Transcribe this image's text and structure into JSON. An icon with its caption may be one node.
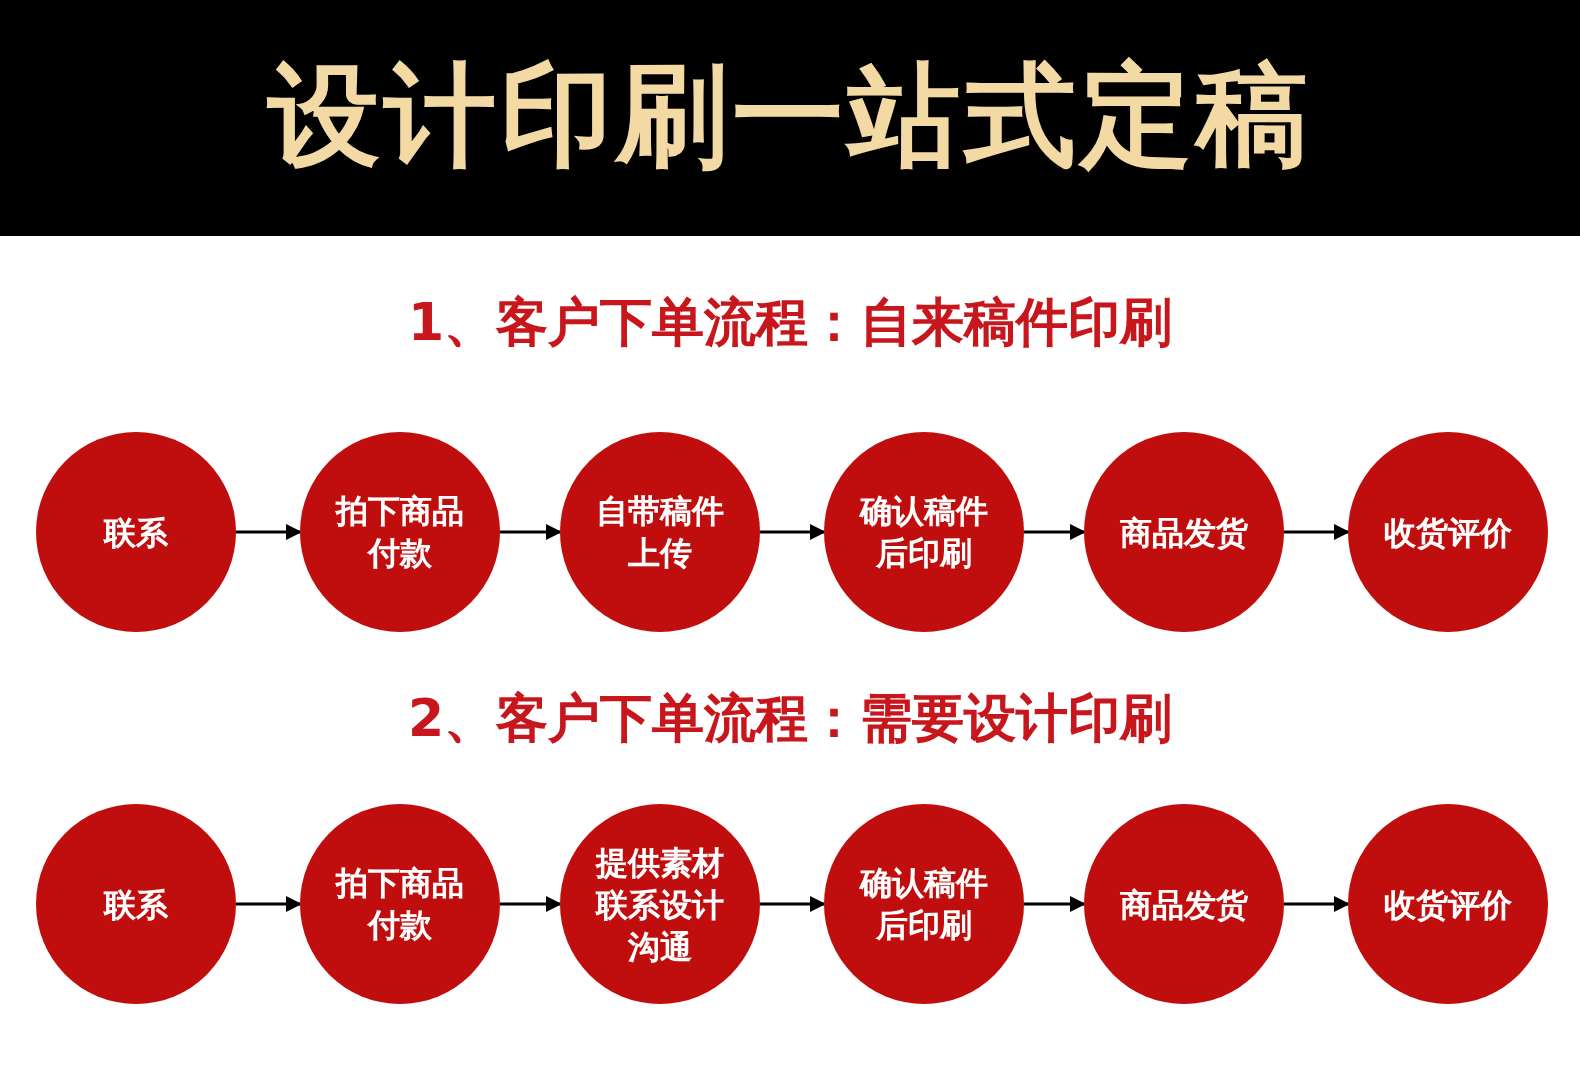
{
  "diagram": {
    "title": "设计印刷一站式定稿",
    "nodes": [
      {
        "text": [
          "联系"
        ]
      },
      {
        "text": [
          "拍下商品付款"
        ]
      },
      {
        "text": [
          "自带稿件上传"
        ]
      },
      {
        "text": [
          "确认稿件后印刷"
        ]
      },
      {
        "text": [
          "商品发货"
        ]
      },
      {
        "text": [
          "收货评价"
        ]
      },
      {
        "text": [
          "联系"
        ]
      },
      {
        "text": [
          "拍下商品付款"
        ]
      },
      {
        "text": [
          "提供素材联系设计沟通"
        ]
      },
      {
        "text": [
          "确认稿件后印刷"
        ]
      },
      {
        "text": [
          "商品发货"
        ]
      },
      {
        "text": [
          "收货评价"
        ]
      }
    ],
    "edges": [
      {
        "from": 0,
        "to": 1,
        "arrow": "to"
      },
      {
        "from": 1,
        "to": 2,
        "arrow": "to"
      },
      {
        "from": 2,
        "to": 3,
        "arrow": "to"
      },
      {
        "from": 3,
        "to": 4,
        "arrow": "to"
      },
      {
        "from": 4,
        "to": 5,
        "arrow": "to"
      },
      {
        "from": 6,
        "to": 7,
        "arrow": "to"
      },
      {
        "from": 7,
        "to": 8,
        "arrow": "to"
      },
      {
        "from": 8,
        "to": 9,
        "arrow": "to"
      },
      {
        "from": 9,
        "to": 10,
        "arrow": "to"
      },
      {
        "from": 10,
        "to": 11,
        "arrow": "to"
      }
    ],
    "labels": [
      "1、客户下单流程：自来稿件印刷",
      "2、客户下单流程：需要设计印刷"
    ]
  }
}
